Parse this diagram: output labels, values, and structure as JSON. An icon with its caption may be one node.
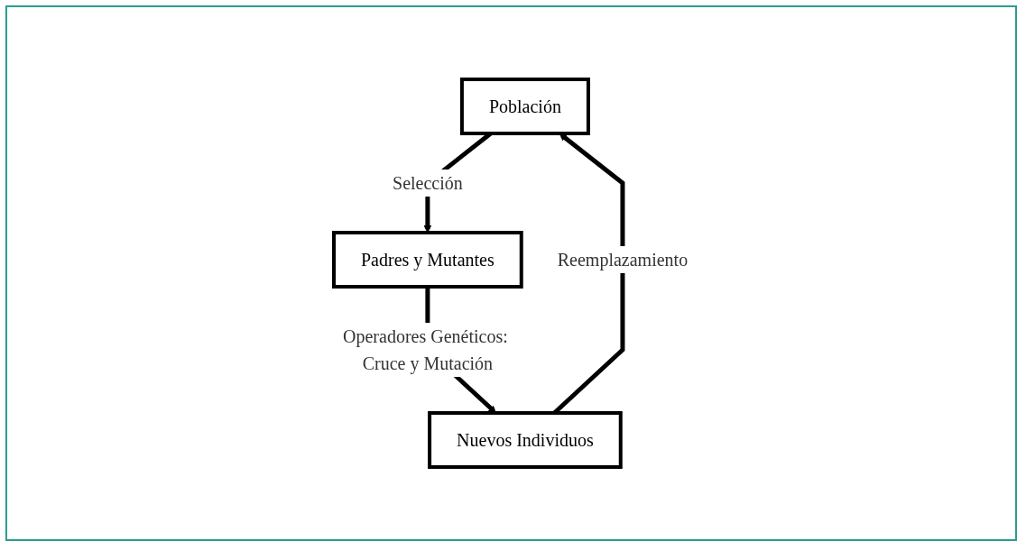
{
  "diagram": {
    "nodes": [
      {
        "text": [
          "Población"
        ]
      },
      {
        "text": [
          "Padres y Mutantes"
        ]
      },
      {
        "text": [
          "Nuevos Individuos"
        ]
      }
    ],
    "edges": [
      {
        "from": 0,
        "to": 1,
        "arrow": "to",
        "label": "Selección"
      },
      {
        "from": 1,
        "to": 2,
        "arrow": "to",
        "label": "Operadores Genéticos: Cruce y Mutación"
      },
      {
        "from": 2,
        "to": 0,
        "arrow": "to",
        "label": "Reemplazamiento"
      }
    ]
  }
}
